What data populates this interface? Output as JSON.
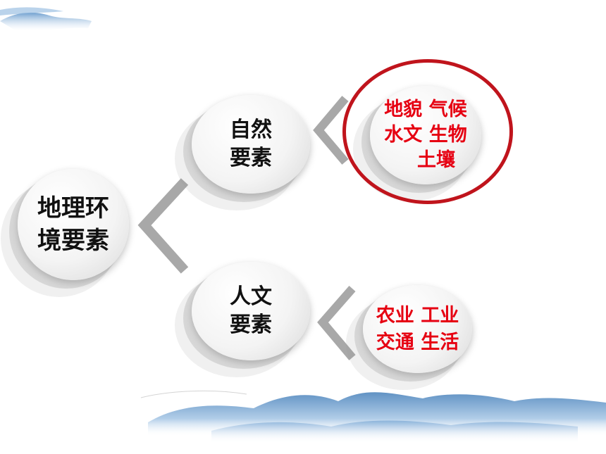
{
  "root": {
    "line1": "地理环",
    "line2": "境要素"
  },
  "natural": {
    "line1": "自然",
    "line2": "要素",
    "detail": [
      "地貌 气候",
      "水文 生物",
      "土壤"
    ]
  },
  "human": {
    "line1": "人文",
    "line2": "要素",
    "detail": [
      "农业 工业",
      "交通 生活"
    ]
  },
  "colors": {
    "highlight": "#c0141c",
    "accent_text": "#e60012",
    "connector": "#a8a8a8"
  }
}
